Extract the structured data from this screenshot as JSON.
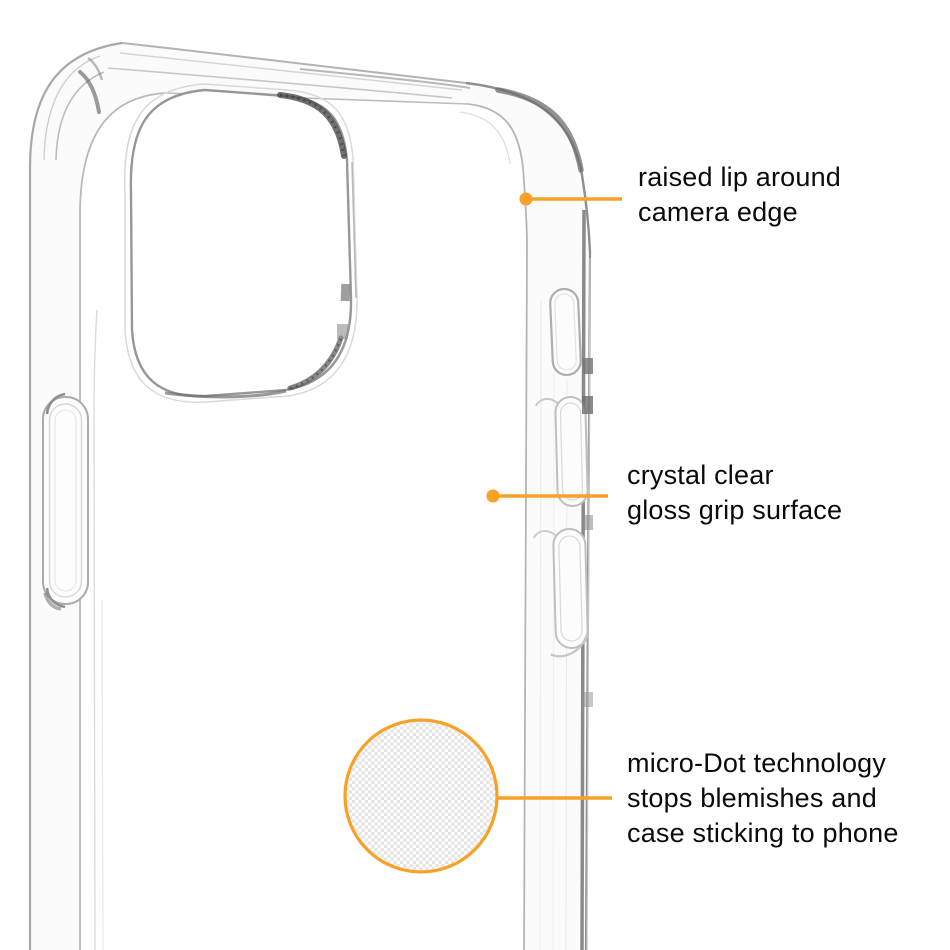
{
  "colors": {
    "accent_orange": "#F7A128",
    "text_black": "#0b0b0b",
    "case_line_gray": "#979797",
    "microdot_fill_gray": "#e3e3e3"
  },
  "annotations": [
    {
      "id": "raised-lip",
      "lines": [
        "raised lip around",
        "camera edge"
      ]
    },
    {
      "id": "crystal-clear",
      "lines": [
        "crystal clear",
        "gloss grip surface"
      ]
    },
    {
      "id": "micro-dot",
      "lines": [
        "micro-Dot technology",
        "stops blemishes and",
        "case sticking to phone"
      ]
    }
  ]
}
